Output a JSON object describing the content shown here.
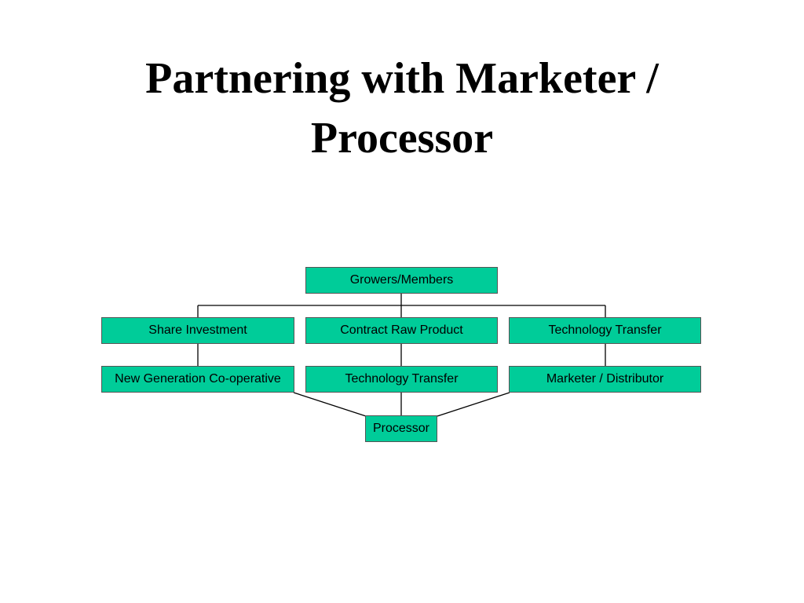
{
  "title": {
    "line1": "Partnering with Marketer /",
    "line2": "Processor"
  },
  "colors": {
    "box_fill": "#00cc99",
    "box_border": "#555555",
    "connector": "#000000"
  },
  "diagram": {
    "root": "Growers/Members",
    "level1": {
      "left": "Share Investment",
      "center": "Contract Raw Product",
      "right": "Technology Transfer"
    },
    "level2": {
      "left": "New Generation Co-operative",
      "center": "Technology Transfer",
      "right": "Marketer / Distributor"
    },
    "sink": "Processor"
  }
}
